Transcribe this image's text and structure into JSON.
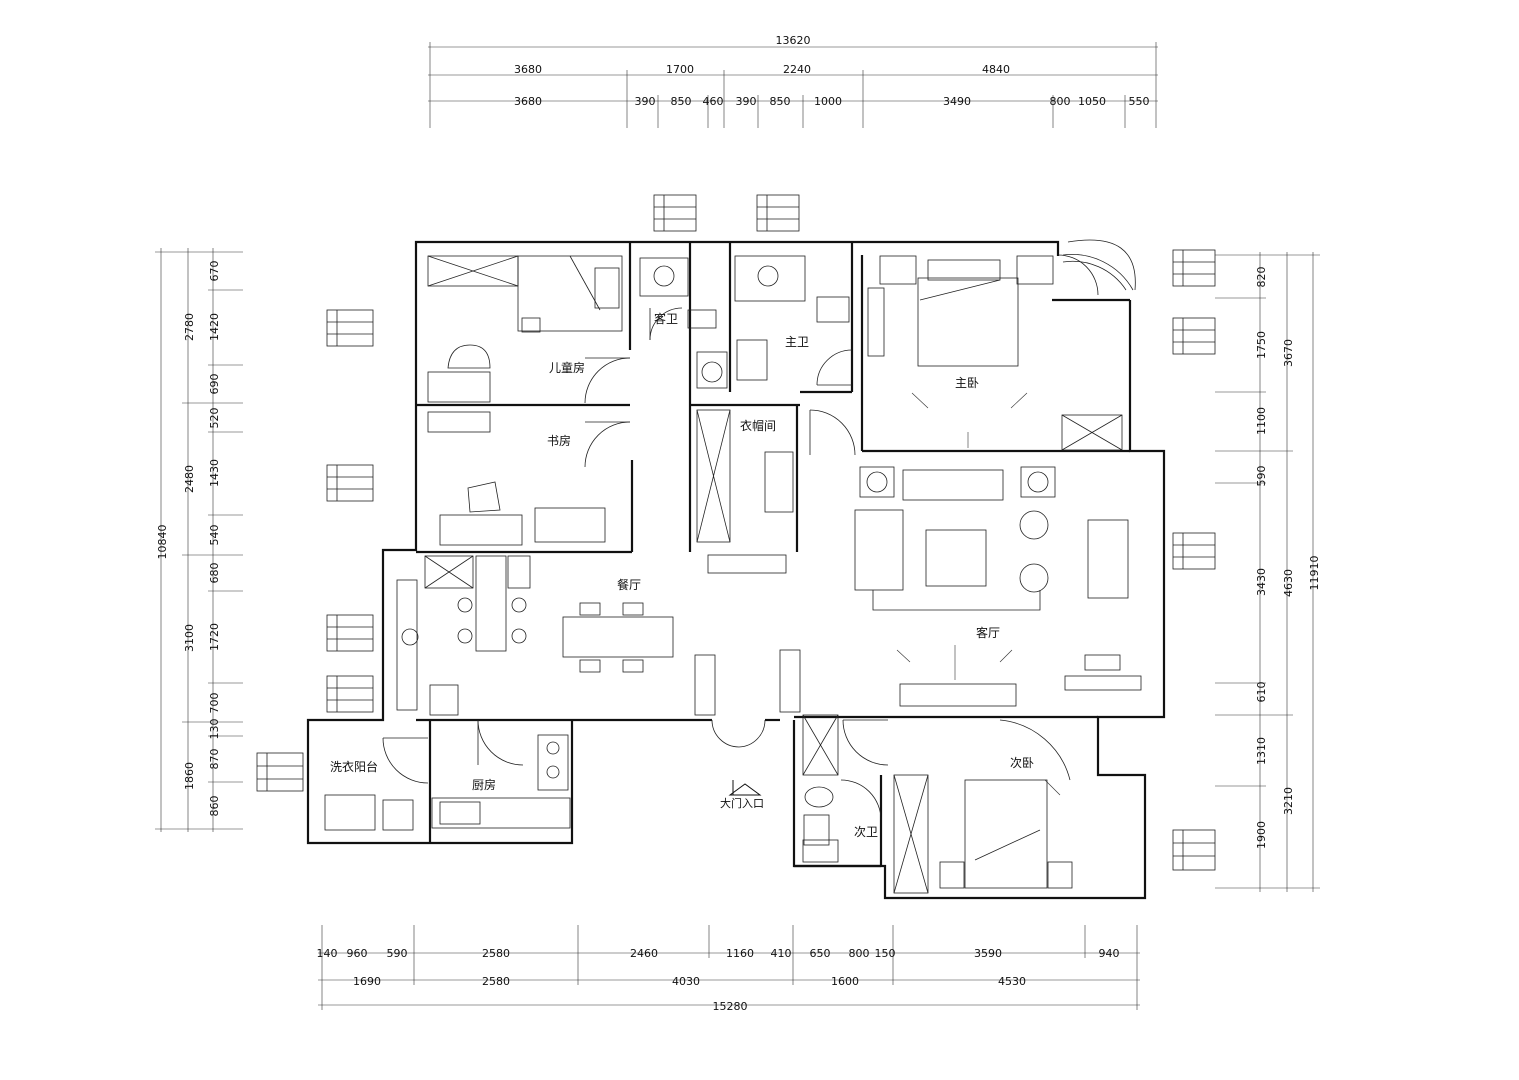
{
  "top_dims": {
    "overall": "13620",
    "row1": [
      "3680",
      "1700",
      "2240",
      "4840"
    ],
    "row2": [
      "3680",
      "390",
      "850",
      "460",
      "390",
      "850",
      "1000",
      "3490",
      "800",
      "1050",
      "550"
    ]
  },
  "bottom_dims": {
    "row1": [
      "140",
      "960",
      "590",
      "2580",
      "2460",
      "1160",
      "410",
      "650",
      "800",
      "150",
      "3590",
      "940"
    ],
    "row2": [
      "1690",
      "2580",
      "4030",
      "1600",
      "4530"
    ],
    "overall": "15280"
  },
  "left_dims": {
    "overall": "10840",
    "group": [
      "2780",
      "2480",
      "3100",
      "1860"
    ],
    "detail": [
      "670",
      "1420",
      "690",
      "520",
      "1430",
      "540",
      "680",
      "1720",
      "700",
      "130",
      "870",
      "860"
    ]
  },
  "right_dims": {
    "overall": "11910",
    "group": [
      "3670",
      "4630",
      "3210"
    ],
    "detail": [
      "820",
      "1750",
      "1100",
      "590",
      "3430",
      "610",
      "1310",
      "1900"
    ]
  },
  "rooms": {
    "children": "儿童房",
    "study": "书房",
    "guest_bath": "客卫",
    "master_bath": "主卫",
    "master_bed": "主卧",
    "closet": "衣帽间",
    "dining": "餐厅",
    "living": "客厅",
    "second_bed": "次卧",
    "second_bath": "次卫",
    "kitchen": "厨房",
    "laundry": "洗衣阳台",
    "entrance": "大门入口"
  }
}
